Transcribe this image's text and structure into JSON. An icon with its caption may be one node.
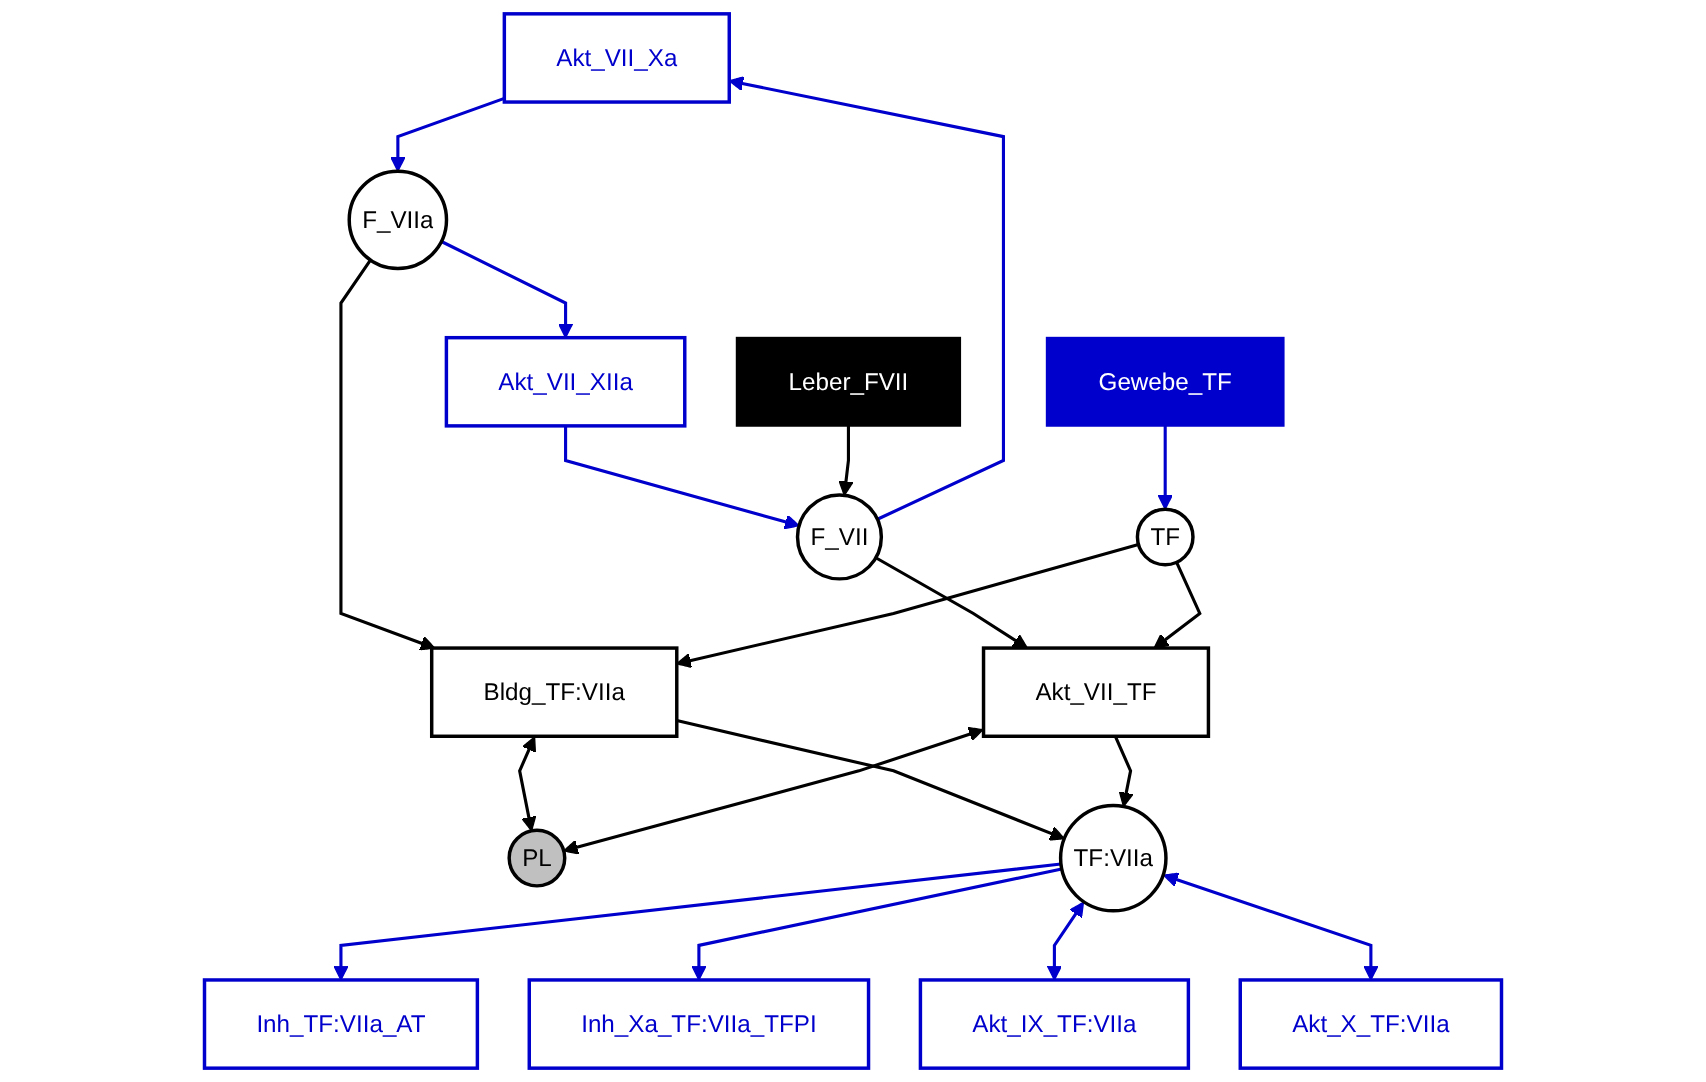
{
  "diagram": {
    "nodes": [
      {
        "text": [
          "Akt_VII_Xa"
        ]
      },
      {
        "text": [
          "Leber_FVII"
        ]
      },
      {
        "text": [
          "Akt_VII_XIIa"
        ]
      },
      {
        "text": [
          "F_VIIa"
        ]
      },
      {
        "text": [
          "F_VII"
        ]
      },
      {
        "text": [
          "Bldg_TF:VIIa"
        ]
      },
      {
        "text": [
          "TF"
        ]
      },
      {
        "text": [
          "Gewebe_TF"
        ]
      },
      {
        "text": [
          "PL"
        ]
      },
      {
        "text": [
          "Inh_TF:VIIa_AT"
        ]
      },
      {
        "text": [
          "Akt_VII_TF"
        ]
      },
      {
        "text": [
          "Akt_IX_TF:VIIa"
        ]
      },
      {
        "text": [
          "Inh_Xa_TF:VIIa_TFPI"
        ]
      },
      {
        "text": [
          "TF:VIIa"
        ]
      },
      {
        "text": [
          "Akt_X_TF:VIIa"
        ]
      }
    ],
    "edges": [
      {
        "from": 0,
        "to": 3,
        "arrow": "to",
        "color": "#0000cc"
      },
      {
        "from": 4,
        "to": 0,
        "arrow": "to",
        "color": "#0000cc"
      },
      {
        "from": 3,
        "to": 2,
        "arrow": "to",
        "color": "#0000cc"
      },
      {
        "from": 2,
        "to": 4,
        "arrow": "to",
        "color": "#0000cc"
      },
      {
        "from": 1,
        "to": 4,
        "arrow": "to",
        "color": "#000000"
      },
      {
        "from": 3,
        "to": 5,
        "arrow": "to",
        "color": "#000000"
      },
      {
        "from": 6,
        "to": 5,
        "arrow": "to",
        "color": "#000000"
      },
      {
        "from": 7,
        "to": 6,
        "arrow": "to",
        "color": "#0000cc"
      },
      {
        "from": 4,
        "to": 10,
        "arrow": "to",
        "color": "#000000"
      },
      {
        "from": 6,
        "to": 10,
        "arrow": "to",
        "color": "#000000"
      },
      {
        "from": 5,
        "to": 8,
        "arrow": "both",
        "color": "#000000"
      },
      {
        "from": 10,
        "to": 8,
        "arrow": "both",
        "color": "#000000"
      },
      {
        "from": 5,
        "to": 13,
        "arrow": "to",
        "color": "#000000"
      },
      {
        "from": 10,
        "to": 13,
        "arrow": "to",
        "color": "#000000"
      },
      {
        "from": 13,
        "to": 9,
        "arrow": "to",
        "color": "#0000cc"
      },
      {
        "from": 13,
        "to": 12,
        "arrow": "to",
        "color": "#0000cc"
      },
      {
        "from": 13,
        "to": 11,
        "arrow": "both",
        "color": "#0000cc"
      },
      {
        "from": 13,
        "to": 14,
        "arrow": "both",
        "color": "#0000cc"
      }
    ]
  }
}
